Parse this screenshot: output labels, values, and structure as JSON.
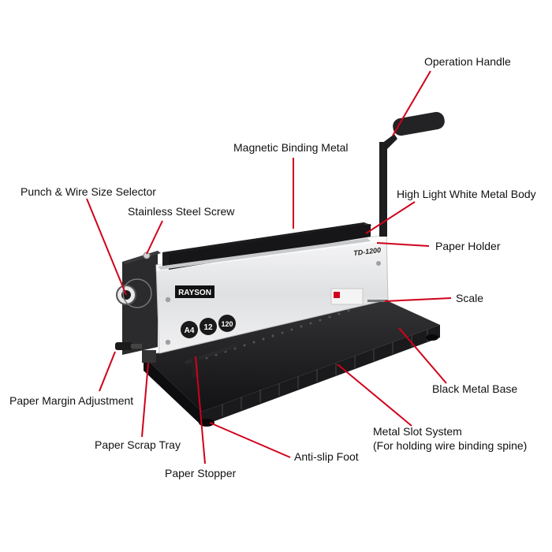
{
  "machine": {
    "brand": "RAYSON",
    "model": "TD-1200",
    "badges": [
      "A4",
      "12",
      "120"
    ]
  },
  "labels": {
    "operation_handle": "Operation Handle",
    "magnetic_binding_metal": "Magnetic Binding Metal",
    "punch_wire_selector": "Punch & Wire Size Selector",
    "stainless_steel_screw": "Stainless Steel Screw",
    "high_light_body": "High Light White Metal Body",
    "paper_holder": "Paper Holder",
    "scale": "Scale",
    "black_metal_base": "Black Metal Base",
    "paper_margin_adjustment": "Paper Margin Adjustment",
    "metal_slot_system": "Metal Slot System",
    "metal_slot_system_note": "(For holding wire binding spine)",
    "paper_scrap_tray": "Paper Scrap Tray",
    "anti_slip_foot": "Anti-slip Foot",
    "paper_stopper": "Paper Stopper"
  },
  "colors": {
    "leader": "#d0021b",
    "body_metal": "#e9e9ea",
    "base": "#1b1b1d",
    "dark_part": "#2a2a2c"
  }
}
